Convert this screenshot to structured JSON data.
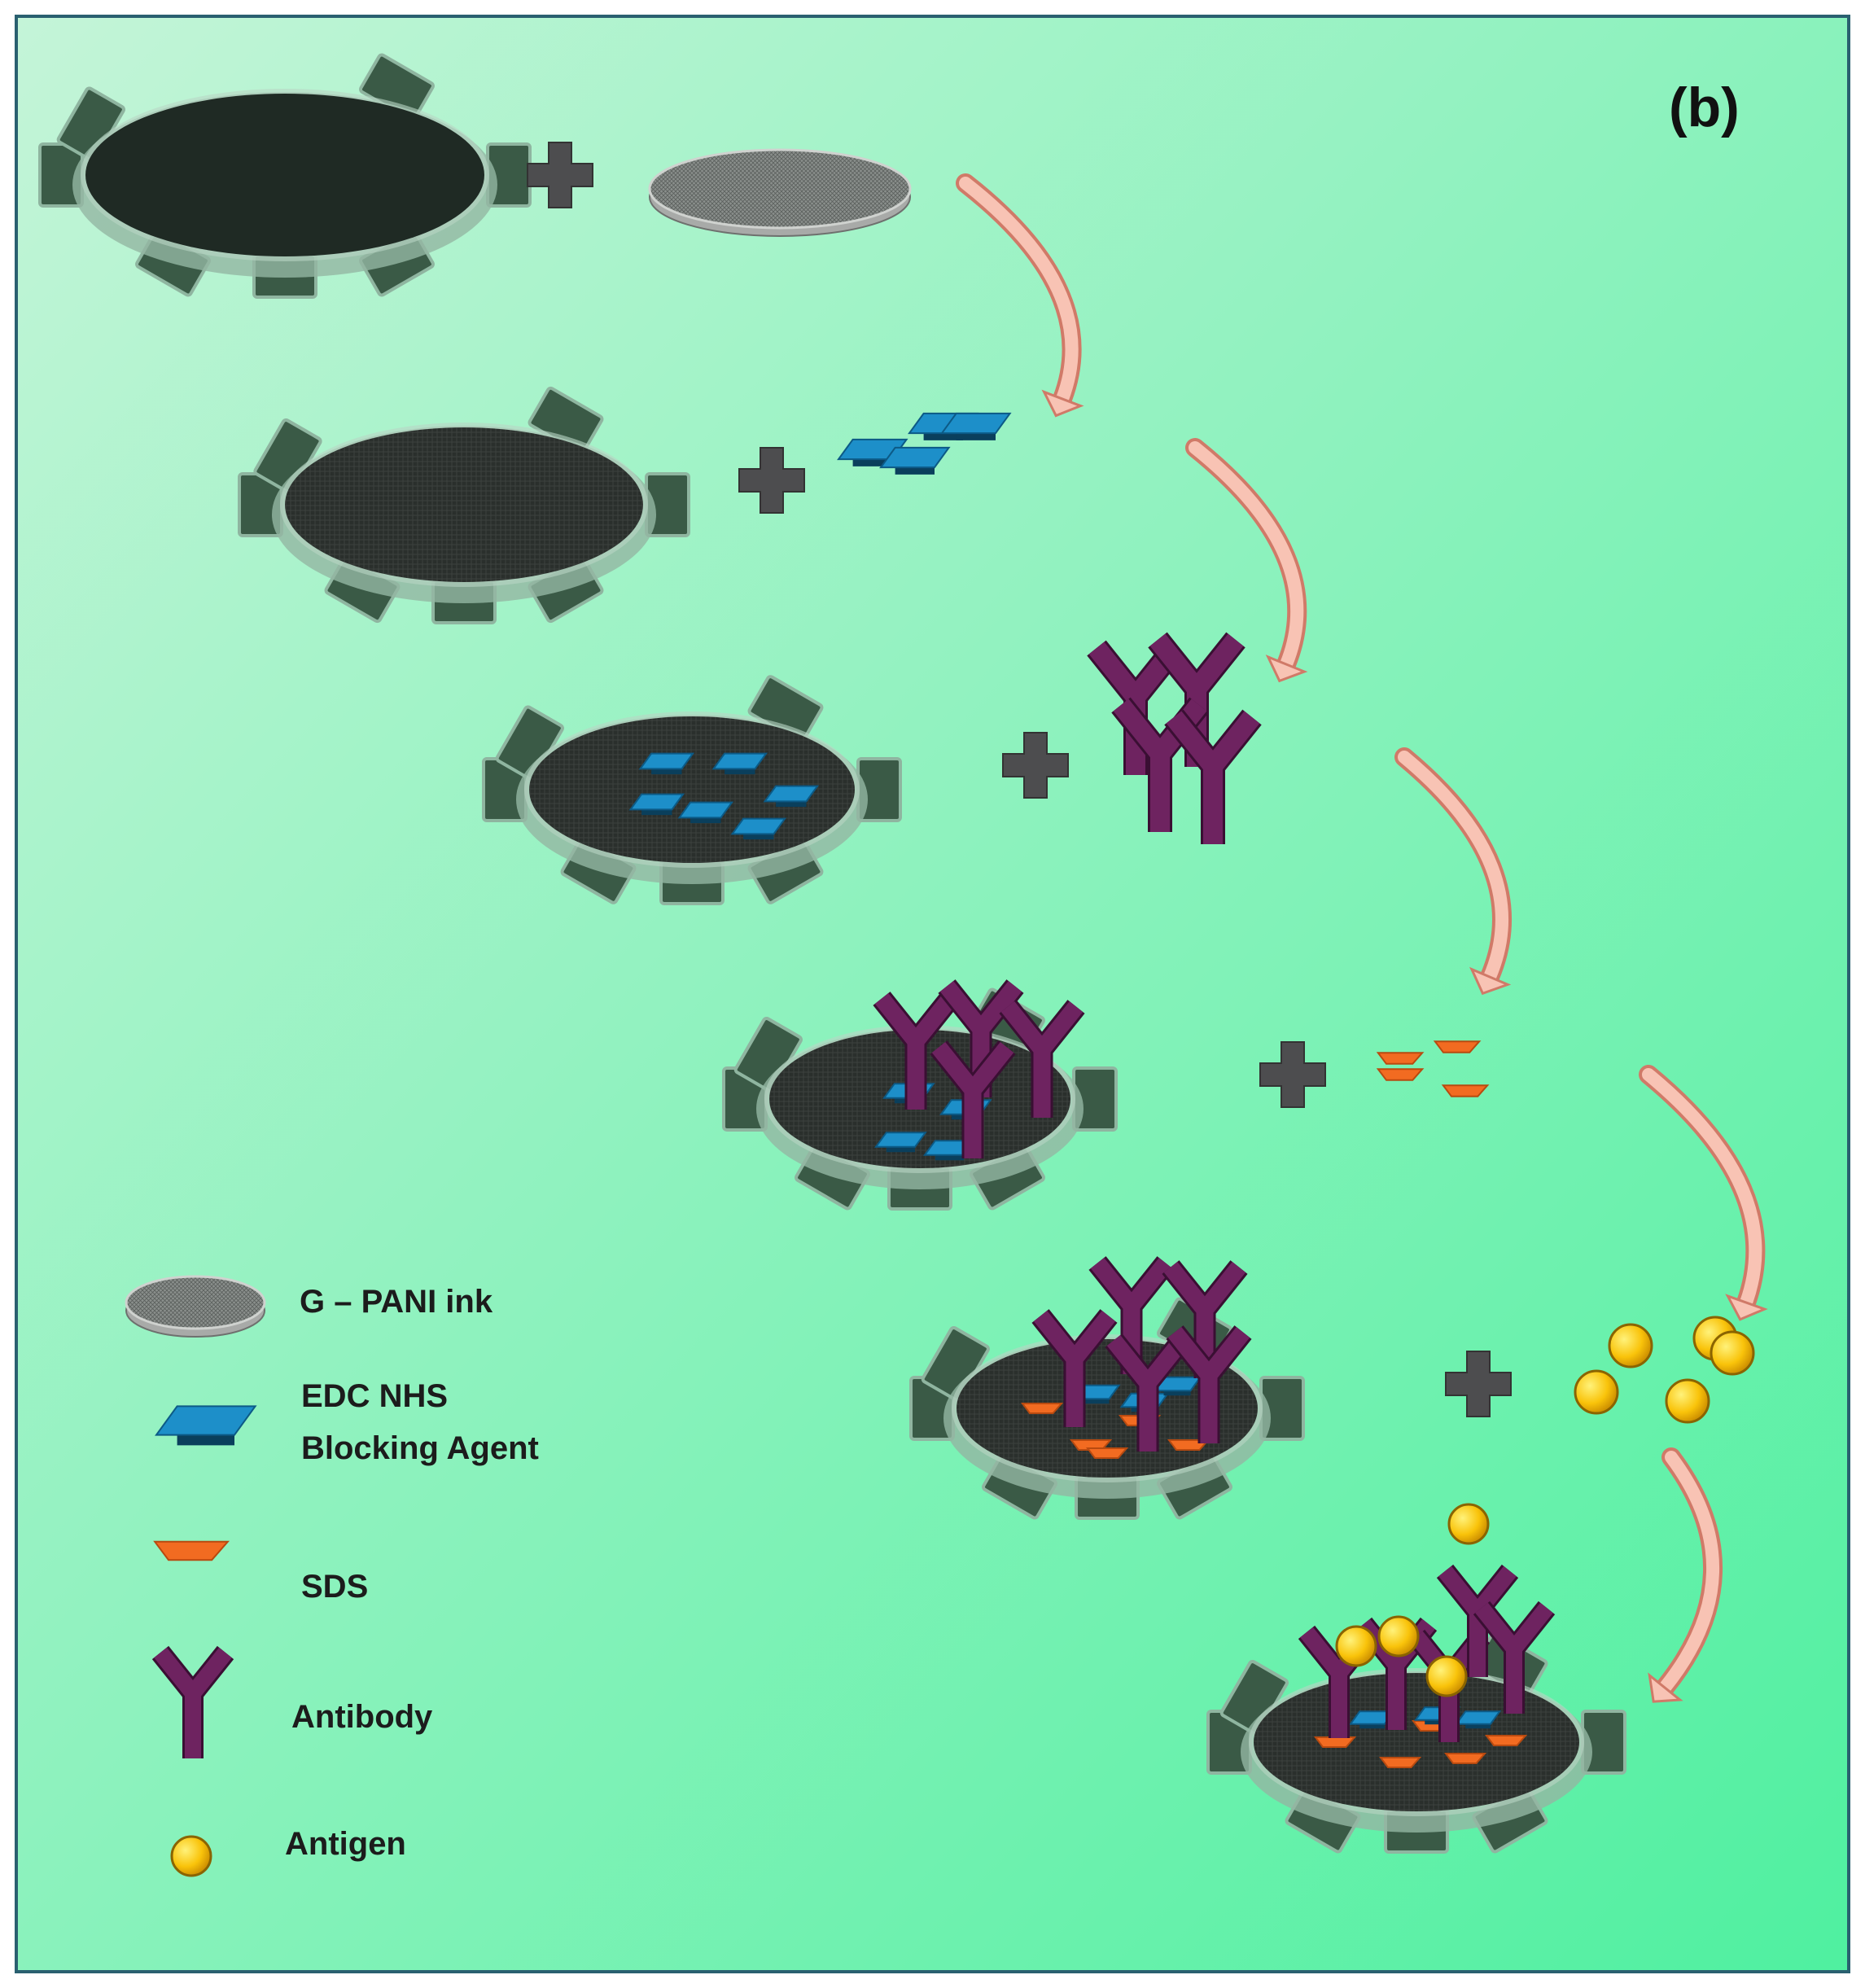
{
  "panel_label": "(b)",
  "legend": {
    "g_pani": "G – PANI ink",
    "edc_line1": "EDC NHS",
    "edc_line2": "Blocking Agent",
    "sds": "SDS",
    "antibody": "Antibody",
    "antigen": "Antigen"
  },
  "icons": {
    "plus": "plus-icon",
    "arrow": "curved-arrow-icon",
    "electrode": "electrode-icon",
    "ink": "ink-disc-icon",
    "edc": "blue-tile-icon",
    "sds": "orange-trapezoid-icon",
    "antibody": "antibody-y-icon",
    "antigen": "antigen-sphere-icon"
  },
  "colors": {
    "background_top": "#c4f4d8",
    "background_bottom": "#4ff0a0",
    "frame": "#2a6070",
    "electrode": "#1f2a24",
    "tab": "#3a5a46",
    "plus": "#4d4d4f",
    "arrow_fill": "#f8c3b4",
    "arrow_stroke": "#d07a68",
    "edc": "#1d8fc9",
    "sds": "#f26b21",
    "antibody": "#6e2360",
    "antigen": "#f9c30a"
  }
}
